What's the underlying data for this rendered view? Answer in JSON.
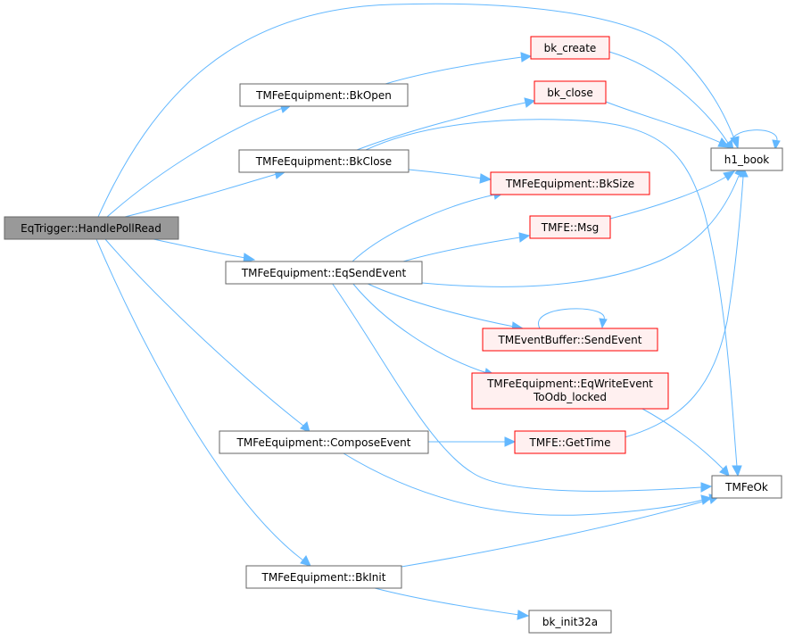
{
  "diagram": {
    "nodes": {
      "handle_poll_read": "EqTrigger::HandlePollRead",
      "bkopen": "TMFeEquipment::BkOpen",
      "bkclose": "TMFeEquipment::BkClose",
      "eqsendevent": "TMFeEquipment::EqSendEvent",
      "composeevent": "TMFeEquipment::ComposeEvent",
      "bkinit": "TMFeEquipment::BkInit",
      "bk_create": "bk_create",
      "bk_close": "bk_close",
      "bksize": "TMFeEquipment::BkSize",
      "msg": "TMFE::Msg",
      "sendevent": "TMEventBuffer::SendEvent",
      "eqwrite_line1": "TMFeEquipment::EqWriteEvent",
      "eqwrite_line2": "ToOdb_locked",
      "gettime": "TMFE::GetTime",
      "bk_init32a": "bk_init32a",
      "h1_book": "h1_book",
      "tmfeok": "TMFeOk"
    },
    "colors": {
      "edge": "#63b8ff",
      "root_fill": "#999999",
      "root_border": "#666666",
      "normal_border": "#666666",
      "red_border": "#ff0000",
      "red_fill": "#fff0f0",
      "white_fill": "#ffffff"
    }
  }
}
